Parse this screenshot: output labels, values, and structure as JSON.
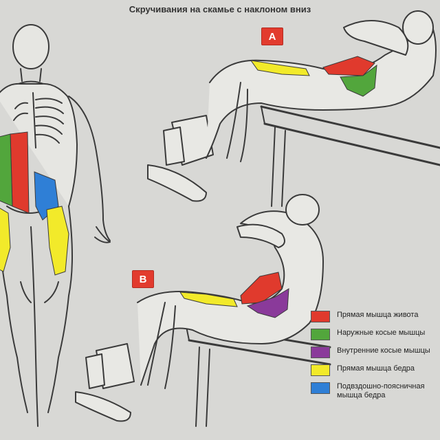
{
  "title": "Скручивания на скамье с наклоном вниз",
  "badges": {
    "a": "A",
    "b": "B"
  },
  "legend": [
    {
      "color": "#e03a2d",
      "label": "Прямая мышца живота"
    },
    {
      "color": "#52a63c",
      "label": "Наружные косые мышцы"
    },
    {
      "color": "#8a3a9a",
      "label": "Внутренние косые мышцы"
    },
    {
      "color": "#f2ea2a",
      "label": "Прямая мышца бедра"
    },
    {
      "color": "#2f7fd6",
      "label": "Подвздошно-поясничная\nмышца бедра"
    }
  ],
  "colors": {
    "background": "#d8d8d5",
    "badge": "#e23b2e",
    "line": "#3a3a3a"
  }
}
